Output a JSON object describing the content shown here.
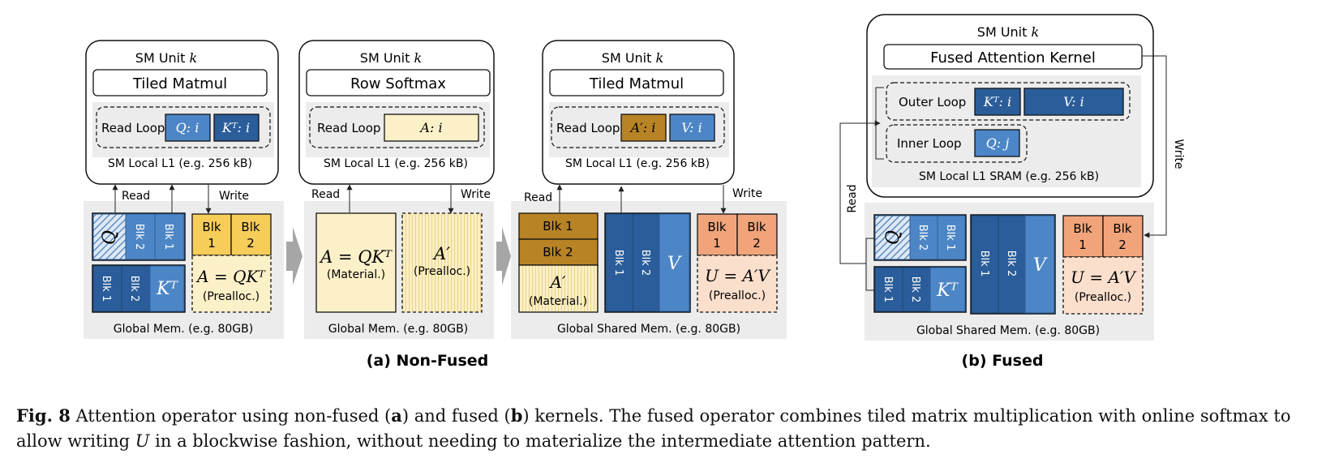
{
  "panel_a": {
    "label": "(a) Non-Fused",
    "stages": [
      {
        "sm_title": "SM Unit",
        "sm_k": "k",
        "kernel": "Tiled Matmul",
        "read_loop": "Read Loop",
        "loop_blocks": [
          "Q: i",
          "Kᵀ: i"
        ],
        "l1": "SM Local L1 (e.g. 256 kB)",
        "read": "Read",
        "write": "Write",
        "mem_blocks": [
          "Q",
          "Blk 2",
          "Blk 1",
          "Blk 1",
          "Blk 2",
          "Kᵀ",
          "Blk",
          "1",
          "Blk",
          "2",
          "A = QKᵀ",
          "(Prealloc.)"
        ],
        "global_mem": "Global Mem. (e.g. 80GB)"
      },
      {
        "sm_title": "SM Unit",
        "sm_k": "k",
        "kernel": "Row Softmax",
        "read_loop": "Read Loop",
        "loop_blocks": [
          "A: i"
        ],
        "l1": "SM Local L1 (e.g. 256 kB)",
        "read": "Read",
        "write": "Write",
        "mem_blocks": [
          "A = QKᵀ",
          "(Material.)",
          "A′",
          "(Prealloc.)"
        ],
        "global_mem": "Global Mem. (e.g. 80GB)"
      },
      {
        "sm_title": "SM Unit",
        "sm_k": "k",
        "kernel": "Tiled Matmul",
        "read_loop": "Read Loop",
        "loop_blocks": [
          "A′: i",
          "V: i"
        ],
        "l1": "SM Local L1 (e.g. 256 kB)",
        "read": "Read",
        "write": "Write",
        "mem_blocks": [
          "Blk 1",
          "Blk 2",
          "A′",
          "(Material.)",
          "Blk 1",
          "Blk 2",
          "V",
          "Blk",
          "1",
          "Blk",
          "2",
          "U = A′V",
          "(Prealloc.)"
        ],
        "global_mem": "Global Shared Mem. (e.g. 80GB)"
      }
    ]
  },
  "panel_b": {
    "label": "(b) Fused",
    "sm_title": "SM Unit",
    "sm_k": "k",
    "kernel": "Fused Attention Kernel",
    "outer_loop": "Outer Loop",
    "outer_blocks": [
      "Kᵀ: i",
      "V: i"
    ],
    "inner_loop": "Inner Loop",
    "inner_blocks": [
      "Q: j"
    ],
    "l1": "SM Local L1 SRAM (e.g. 256 kB)",
    "read": "Read",
    "write": "Write",
    "mem_blocks": [
      "Q",
      "Blk 2",
      "Blk 1",
      "Blk 1",
      "Blk 2",
      "Kᵀ",
      "Blk 1",
      "Blk 2",
      "V",
      "Blk",
      "1",
      "Blk",
      "2",
      "U = A′V",
      "(Prealloc.)"
    ],
    "global_mem": "Global Shared Mem. (e.g. 80GB)"
  },
  "caption": {
    "fig": "Fig. 8",
    "text_1": " Attention operator using non-fused (",
    "a": "a",
    "text_2": ") and fused (",
    "b": "b",
    "text_3": ") kernels. The fused operator combines tiled matrix multiplication with online softmax to allow writing ",
    "U": "U",
    "text_4": " in a blockwise fashion, without needing to materialize the intermediate attention pattern."
  },
  "colors": {
    "dark_blue": "#2a5d9a",
    "light_blue": "#4d86c6",
    "yellow": "#f7cd5a",
    "pale_yellow": "#fcf0c8",
    "brown": "#b88324",
    "salmon": "#f1a47a",
    "pale_salmon": "#fbdfcd",
    "gray_bg": "#ececec",
    "arrow_gray": "#a6a6a6"
  }
}
